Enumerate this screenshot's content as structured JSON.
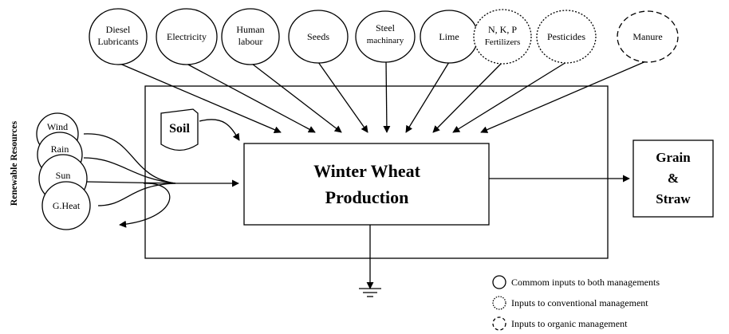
{
  "inputs": {
    "diesel": [
      "Diesel",
      "Lubricants"
    ],
    "electricity": [
      "Electricity"
    ],
    "labour": [
      "Human",
      "labour"
    ],
    "seeds": [
      "Seeds"
    ],
    "steel": [
      "Steel",
      "machinary"
    ],
    "lime": [
      "Lime"
    ],
    "fertilizers": [
      "N, K, P",
      "Fertilizers"
    ],
    "pesticides": [
      "Pesticides"
    ],
    "manure": [
      "Manure"
    ]
  },
  "renewable": {
    "title": "Renewable Resources",
    "wind": "Wind",
    "rain": "Rain",
    "sun": "Sun",
    "heat": "G.Heat"
  },
  "soil": "Soil",
  "process": [
    "Winter Wheat",
    "Production"
  ],
  "output": [
    "Grain",
    "&",
    "Straw"
  ],
  "legend": {
    "common": "Commom inputs to both managements",
    "conventional": "Inputs to conventional management",
    "organic": "Inputs to organic management"
  }
}
